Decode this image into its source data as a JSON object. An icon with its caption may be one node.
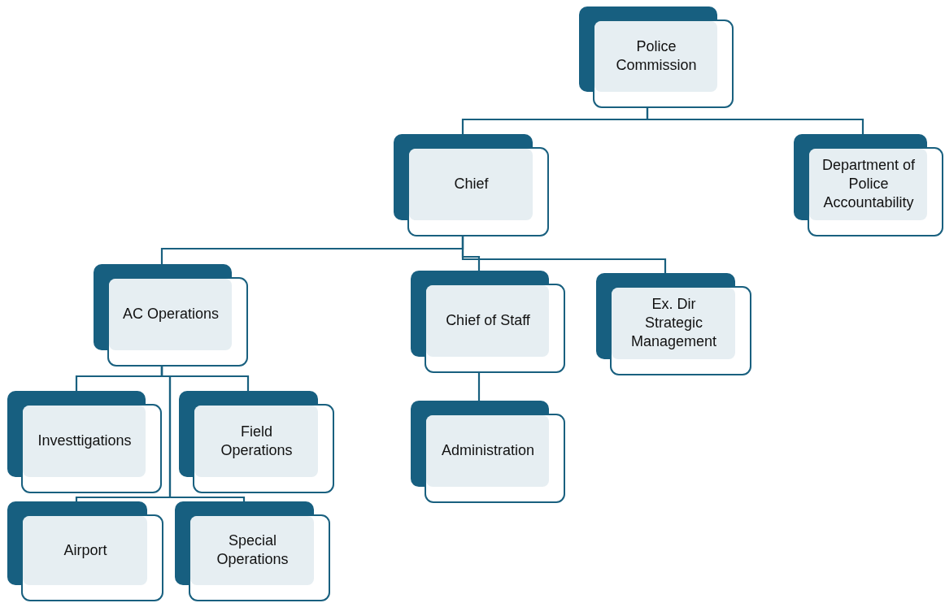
{
  "diagram": {
    "nodes": [
      {
        "text": [
          "Police Commission"
        ]
      },
      {
        "text": [
          "Chief"
        ]
      },
      {
        "text": [
          "Department of Police Accountability"
        ]
      },
      {
        "text": [
          "AC Operations"
        ]
      },
      {
        "text": [
          "Chief of Staff"
        ]
      },
      {
        "text": [
          "Ex. Dir Strategic Management"
        ]
      },
      {
        "text": [
          "Investtigations"
        ]
      },
      {
        "text": [
          "Field Operations"
        ]
      },
      {
        "text": [
          "Airport"
        ]
      },
      {
        "text": [
          "Special Operations"
        ]
      },
      {
        "text": [
          "Administration"
        ]
      }
    ],
    "edges": [
      {
        "from": 0,
        "to": 1,
        "arrow": "none"
      },
      {
        "from": 0,
        "to": 2,
        "arrow": "none"
      },
      {
        "from": 1,
        "to": 3,
        "arrow": "none"
      },
      {
        "from": 1,
        "to": 4,
        "arrow": "none"
      },
      {
        "from": 1,
        "to": 5,
        "arrow": "none"
      },
      {
        "from": 3,
        "to": 6,
        "arrow": "none"
      },
      {
        "from": 3,
        "to": 7,
        "arrow": "none"
      },
      {
        "from": 3,
        "to": 8,
        "arrow": "none"
      },
      {
        "from": 3,
        "to": 9,
        "arrow": "none"
      },
      {
        "from": 4,
        "to": 10,
        "arrow": "none"
      }
    ]
  }
}
